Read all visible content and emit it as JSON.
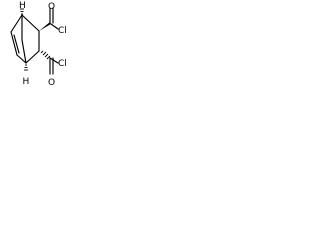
{
  "molecule": {
    "atom_labels": {
      "top_h": "H",
      "bottom_h": "H",
      "upper_o": "O",
      "upper_cl": "Cl",
      "lower_o": "O",
      "lower_cl": "Cl"
    },
    "colors": {
      "bond": "#000000",
      "text": "#000000",
      "background": "#ffffff"
    }
  }
}
